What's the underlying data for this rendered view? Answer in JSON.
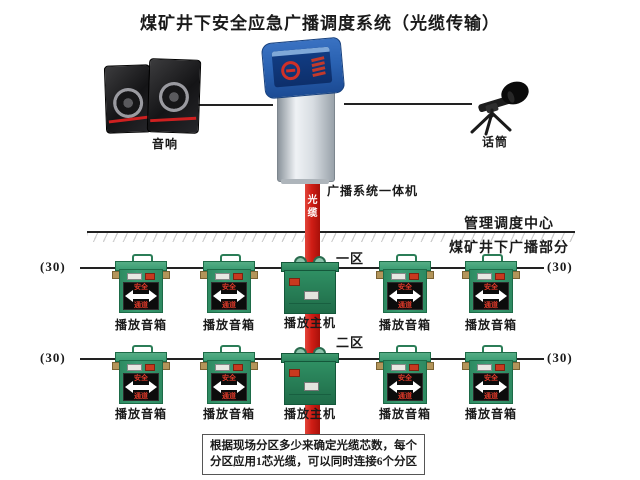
{
  "colors": {
    "fiber_red": "#cf1d15",
    "box_green": "#3a9c72",
    "box_green_dark": "#1d6b47",
    "host_green": "#27815a",
    "line_black": "#222222",
    "kiosk_blue": "#2a62b2",
    "display_text_red": "#e03a2a"
  },
  "title": "煤矿井下安全应急广播调度系统（光缆传输）",
  "control_room": {
    "speakers_label": "音响",
    "mic_label": "话筒",
    "kiosk_label": "广播系统一体机",
    "fiber_chars": [
      "光",
      "缆"
    ]
  },
  "divider": {
    "above": "管理调度中心",
    "below": "煤矿井下广播部分"
  },
  "device_display": {
    "top": "安全",
    "bottom": "通道"
  },
  "zones": [
    {
      "name": "一区",
      "left_count": "(30)",
      "right_count": "(30)",
      "devices": [
        {
          "type": "speaker",
          "label": "播放音箱"
        },
        {
          "type": "speaker",
          "label": "播放音箱"
        },
        {
          "type": "host",
          "label": "播放主机"
        },
        {
          "type": "speaker",
          "label": "播放音箱"
        },
        {
          "type": "speaker",
          "label": "播放音箱"
        }
      ]
    },
    {
      "name": "二区",
      "left_count": "(30)",
      "right_count": "(30)",
      "devices": [
        {
          "type": "speaker",
          "label": "播放音箱"
        },
        {
          "type": "speaker",
          "label": "播放音箱"
        },
        {
          "type": "host",
          "label": "播放主机"
        },
        {
          "type": "speaker",
          "label": "播放音箱"
        },
        {
          "type": "speaker",
          "label": "播放音箱"
        }
      ]
    }
  ],
  "note": {
    "line1": "根据现场分区多少来确定光缆芯数，每个",
    "line2": "分区应用1芯光缆，可以同时连接6个分区"
  }
}
